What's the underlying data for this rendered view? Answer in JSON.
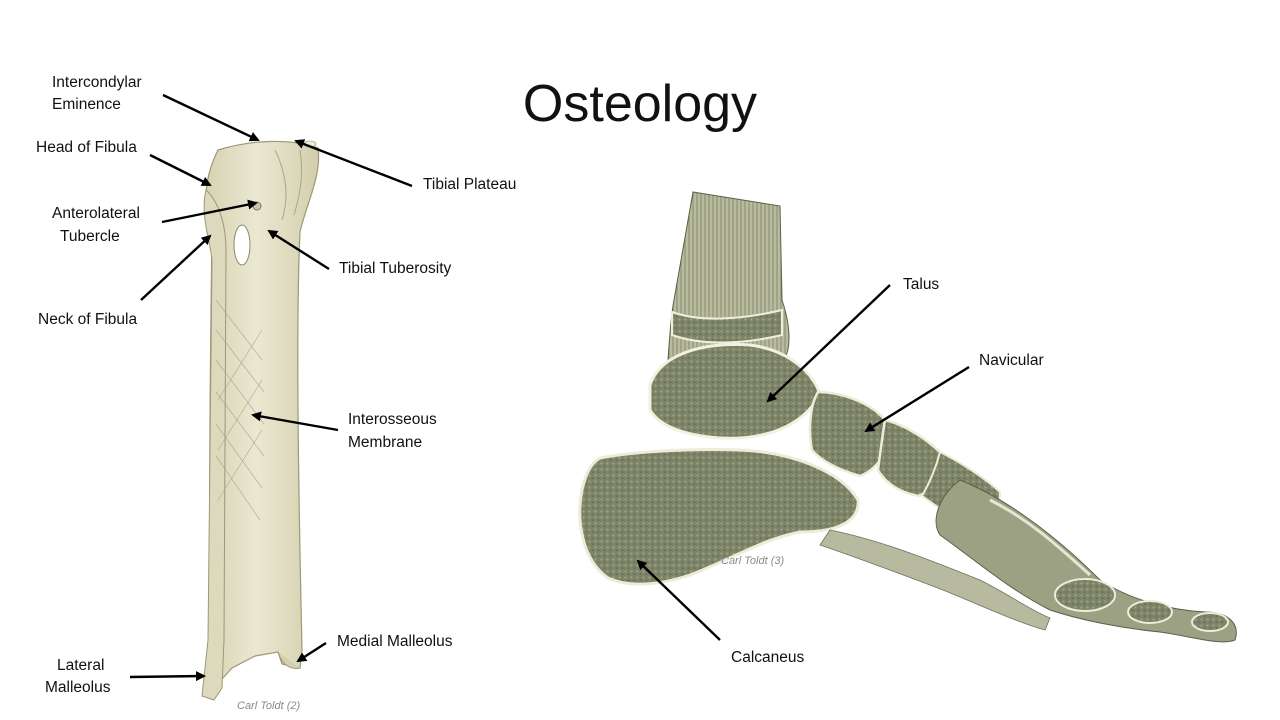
{
  "slide": {
    "title": "Osteology"
  },
  "left_figure": {
    "labels": {
      "intercondylar_1": "Intercondylar",
      "intercondylar_2": "Eminence",
      "head_of_fibula": "Head of Fibula",
      "anterolateral_1": "Anterolateral",
      "anterolateral_2": "Tubercle",
      "neck_of_fibula": "Neck of Fibula",
      "tibial_plateau": "Tibial Plateau",
      "tibial_tuberosity": "Tibial Tuberosity",
      "interosseous_1": "Interosseous",
      "interosseous_2": "Membrane",
      "medial_malleolus": "Medial Malleolus",
      "lateral_1": "Lateral",
      "lateral_2": "Malleolus"
    },
    "credit": "Carl Toldt (2)"
  },
  "right_figure": {
    "labels": {
      "talus": "Talus",
      "navicular": "Navicular",
      "calcaneus": "Calcaneus"
    },
    "credit": "Carl Toldt (3)"
  },
  "colors": {
    "bone_light": "#e6e3c9",
    "bone_mid": "#cfcba8",
    "bone_section": "#7e8468",
    "bone_dark": "#5a6048",
    "arrow": "#000000"
  }
}
